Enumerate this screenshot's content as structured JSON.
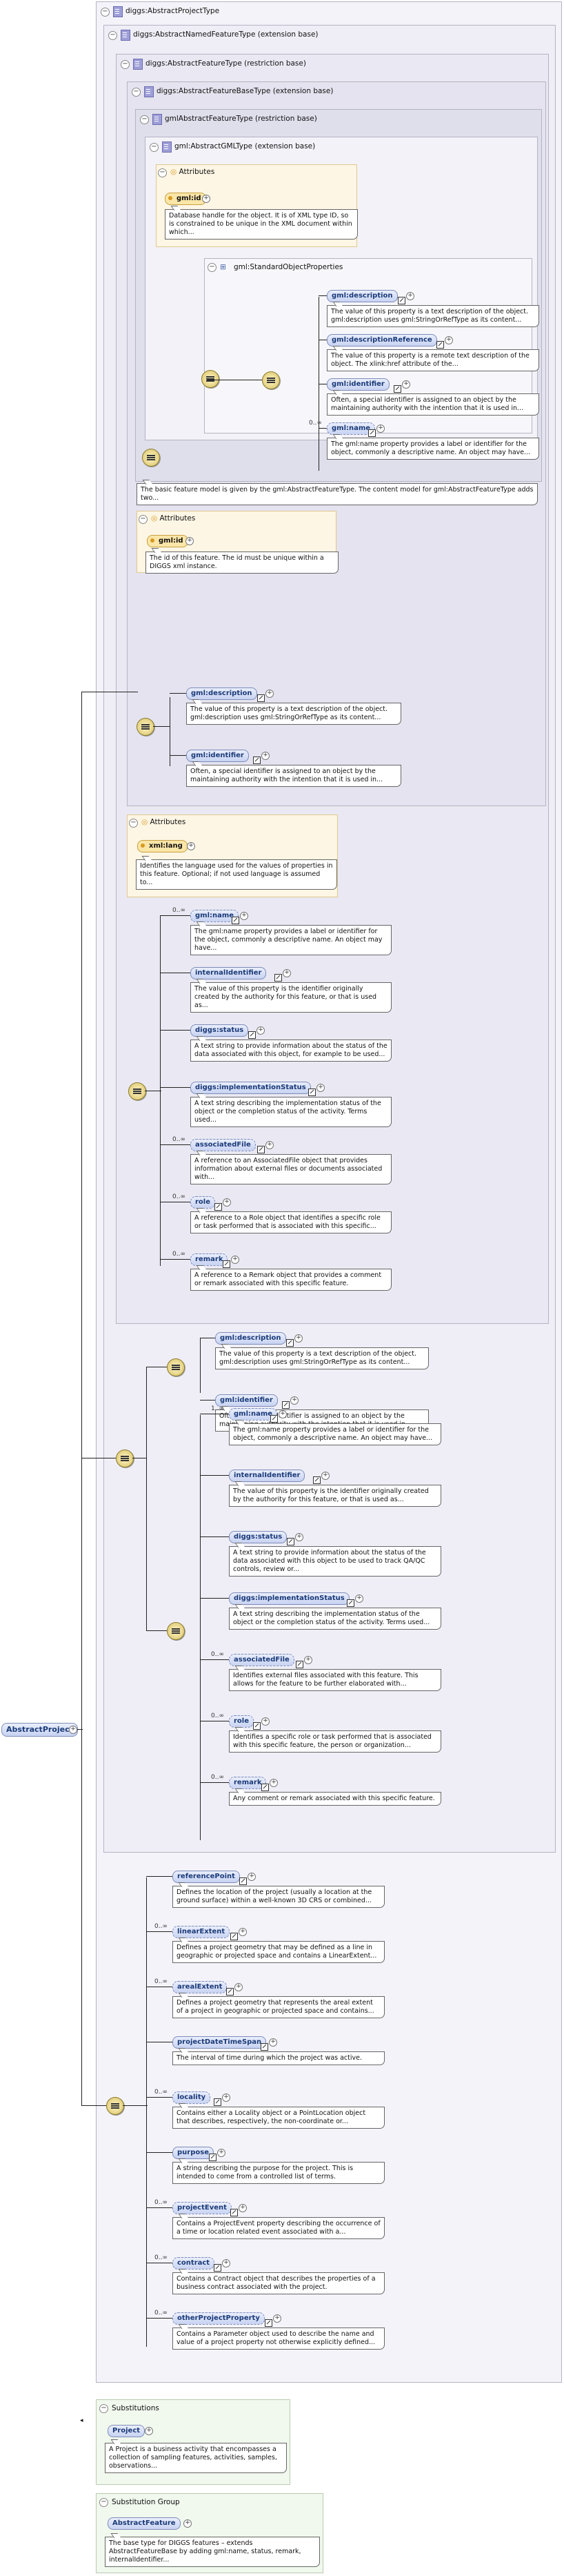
{
  "header": {
    "title": "diggs:AbstractProjectType"
  },
  "root_element": {
    "label": "AbstractProject"
  },
  "types": {
    "named_feature": "diggs:AbstractNamedFeatureType (extension base)",
    "feature": "diggs:AbstractFeatureType (restriction base)",
    "feature_base": "diggs:AbstractFeatureBaseType (extension base)",
    "gml_feature": "gmlAbstractFeatureType (restriction base)",
    "gml": "gml:AbstractGMLType (extension base)",
    "std_props": "gml:StandardObjectProperties"
  },
  "attributes_label": "Attributes",
  "gml_attrs": {
    "gml_id": "gml:id",
    "gml_id_desc": "Database handle for the object. It is of XML type ID, so is constrained to be unique in the XML document within which...",
    "props": [
      {
        "label": "gml:description",
        "desc": "The value of this property is a text description of the object. gml:description uses gml:StringOrRefType as its content..."
      },
      {
        "label": "gml:descriptionReference",
        "desc": "The value of this property is a remote text description of the object. The xlink:href attribute of the..."
      },
      {
        "label": "gml:identifier",
        "desc": "Often, a special identifier is assigned to an object by the maintaining authority with the intention that it is used in..."
      },
      {
        "label": "gml:name",
        "card": "0..∞",
        "desc": "The gml:name property provides a label or identifier for the object, commonly a descriptive name. An object may have..."
      }
    ]
  },
  "gml_feature_desc": "The basic feature model is given by the gml:AbstractFeatureType. The content model for gml:AbstractFeatureType adds two...",
  "feature_base": {
    "attr_label": "gml:id",
    "attr_desc": "The id of this feature. The id must be unique within a DIGGS xml instance.",
    "items": [
      {
        "label": "gml:description",
        "desc": "The value of this property is a text description of the object. gml:description uses gml:StringOrRefType as its content..."
      },
      {
        "label": "gml:identifier",
        "desc": "Often, a special identifier is assigned to an object by the maintaining authority with the intention that it is used in..."
      }
    ]
  },
  "feature": {
    "attr_label": "xml:lang",
    "attr_desc": "Identifies the language used for the values of properties in this feature. Optional; if not used language is assumed to...",
    "items": [
      {
        "label": "gml:name",
        "card": "0..∞",
        "desc": "The gml:name property provides a label or identifier for the object, commonly a descriptive name. An object may have..."
      },
      {
        "label": "internalIdentifier",
        "desc": "The value of this property is the identifier originally created by the authority for this feature, or that is used as..."
      },
      {
        "label": "diggs:status",
        "desc": "A text string to provide information about the status of the data associated with this object, for example to be used..."
      },
      {
        "label": "diggs:implementationStatus",
        "desc": "A text string describing the implementation status of the object or the completion status of the activity. Terms used..."
      },
      {
        "label": "associatedFile",
        "card": "0..∞",
        "desc": "A reference to an AssociatedFile object that provides information about external files or documents associated with..."
      },
      {
        "label": "role",
        "card": "0..∞",
        "desc": "A reference to a Role object that identifies a specific role or task performed that is associated with this specific..."
      },
      {
        "label": "remark",
        "card": "0..∞",
        "desc": "A reference to a Remark object that provides a comment or remark associated with this specific feature."
      }
    ]
  },
  "named": {
    "items": [
      {
        "label": "gml:description",
        "desc": "The value of this property is a text description of the object. gml:description uses gml:StringOrRefType as its content..."
      },
      {
        "label": "gml:identifier",
        "desc": "Often, a special identifier is assigned to an object by the maintaining authority with the intention that it is used in..."
      },
      {
        "label": "gml:name",
        "card": "1..∞",
        "desc": "The gml:name property provides a label or identifier for the object, commonly a descriptive name. An object may have..."
      },
      {
        "label": "internalIdentifier",
        "desc": "The value of this property is the identifier originally created by the authority for this feature, or that is used as..."
      },
      {
        "label": "diggs:status",
        "desc": "A text string to provide information about the status of the data associated with this object to be used to track QA/QC controls, review or..."
      },
      {
        "label": "diggs:implementationStatus",
        "desc": "A text string describing the implementation status of the object or the completion status of the activity. Terms used..."
      },
      {
        "label": "associatedFile",
        "card": "0..∞",
        "desc": "Identifies external files associated with this feature. This allows for the feature to be further elaborated with..."
      },
      {
        "label": "role",
        "card": "0..∞",
        "desc": "Identifies a specific role or task performed that is associated with this specific feature, the person or organization..."
      },
      {
        "label": "remark",
        "card": "0..∞",
        "desc": "Any comment or remark associated with this specific feature."
      }
    ]
  },
  "project_items": [
    {
      "label": "referencePoint",
      "desc": "Defines the location of the project (usually a location at the ground surface) within a well-known 3D CRS or combined..."
    },
    {
      "label": "linearExtent",
      "card": "0..∞",
      "desc": "Defines a project geometry that may be defined as a line in geographic or projected space and contains a LinearExtent..."
    },
    {
      "label": "arealExtent",
      "card": "0..∞",
      "desc": "Defines a project geometry that represents the areal extent of a project in geographic or projected space and contains..."
    },
    {
      "label": "projectDateTimeSpan",
      "desc": "The interval of time during which the project was active."
    },
    {
      "label": "locality",
      "card": "0..∞",
      "desc": "Contains either a Locality object or a PointLocation object that describes, respectively, the non-coordinate or..."
    },
    {
      "label": "purpose",
      "desc": "A string describing the purpose for the project. This is intended to come from a controlled list of terms."
    },
    {
      "label": "projectEvent",
      "card": "0..∞",
      "desc": "Contains a ProjectEvent property describing the occurrence of a time or location related event associated with a..."
    },
    {
      "label": "contract",
      "card": "0..∞",
      "desc": "Contains a Contract object that describes the properties of a business contract associated with the project."
    },
    {
      "label": "otherProjectProperty",
      "card": "0..∞",
      "desc": "Contains a Parameter object used to describe the name and value of a project property not otherwise explicitly defined..."
    }
  ],
  "substitutions": {
    "title": "Substitutions",
    "item": "Project",
    "desc": "A Project is a business activity that encompasses a collection of sampling features, activities, samples, observations..."
  },
  "substitution_group": {
    "title": "Substitution Group",
    "item": "AbstractFeature",
    "desc": "The base type for DIGGS features – extends AbstractFeatureBase by adding gml:name, status, remark, internalIdentifier..."
  }
}
